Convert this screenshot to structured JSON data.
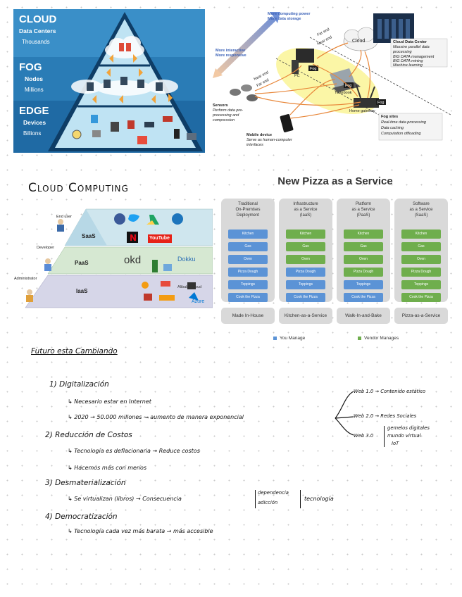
{
  "pyramid": {
    "cloud": {
      "title": "CLOUD",
      "line1": "Data Centers",
      "line2": "Thousands"
    },
    "fog": {
      "title": "FOG",
      "line1": "Nodes",
      "line2": "Millions"
    },
    "edge": {
      "title": "EDGE",
      "line1": "Devices",
      "line2": "Billions"
    },
    "colors": {
      "top": "#3a8fc8",
      "mid": "#2a7cb6",
      "bottom": "#1f6aa4",
      "triangle": "#bfe3f3",
      "arrow": "#f2a33a"
    }
  },
  "fog_diagram": {
    "scale_up": "More computing power",
    "scale_up2": "More data storage",
    "scale_down": "More interactive",
    "scale_down2": "More responsive",
    "far_end": "Far end",
    "near_end": "Near end",
    "near_end2": "Near end",
    "cloud_label": "Cloud",
    "far_end2": "Far end",
    "cloud_dc": {
      "title": "Cloud Data Center",
      "items": [
        "Massive parallel data processing",
        "BIG DATA management",
        "BIG DATA mining",
        "Machine learning"
      ]
    },
    "pc": "PC",
    "fog1": "Fog",
    "notebook": "Notebook",
    "fog2": "Fog",
    "fog3": "Fog",
    "gateway": "Home gateway",
    "sensors": {
      "title": "Sensors",
      "text": "Perform data pre-processing and compression"
    },
    "mobile": {
      "title": "Mobile device",
      "text": "Serve as human-computer interfaces"
    },
    "fog_sites": {
      "title": "Fog sites",
      "items": [
        "Real-time data processing",
        "Data caching",
        "Computation offloading"
      ]
    }
  },
  "cloud_computing": {
    "title": "Cloud Computing",
    "roles": {
      "end_user": "End user",
      "developer": "Developer",
      "administrator": "Administrator"
    },
    "levels": {
      "saas": "SaaS",
      "paas": "PaaS",
      "iaas": "IaaS"
    },
    "logos": {
      "youtube": "YouTube",
      "okd": "okd",
      "dokku": "Dokku",
      "alibaba": "Alibaba Cloud",
      "azure": "Azure"
    },
    "colors": {
      "saas": "#cfe6ee",
      "paas": "#d6e8d2",
      "iaas": "#d6d6e8"
    }
  },
  "pizza": {
    "title": "New Pizza as a Service",
    "columns": [
      {
        "header": [
          "Traditional",
          "On-Premises",
          "Deployment"
        ],
        "footer": "Made In-House",
        "vendor_count": 0
      },
      {
        "header": [
          "Infrastructure",
          "as a Service",
          "(IaaS)"
        ],
        "footer": "Kitchen-as-a-Service",
        "vendor_count": 3
      },
      {
        "header": [
          "Platform",
          "as a Service",
          "(PaaS)"
        ],
        "footer": "Walk-In-and-Bake",
        "vendor_count": 4
      },
      {
        "header": [
          "Software",
          "as a Service",
          "(SaaS)"
        ],
        "footer": "Pizza-as-a-Service",
        "vendor_count": 6
      }
    ],
    "rows": [
      "Kitchen",
      "Gas",
      "Oven",
      "Pizza Dough",
      "Toppings",
      "Cook the Pizza"
    ],
    "legend": {
      "you": "You Manage",
      "vendor": "Vendor Manages"
    },
    "colors": {
      "you": "#5b93d6",
      "vendor": "#6fae4d"
    }
  },
  "notes": {
    "title": "Futuro esta Cambiando",
    "item1": "1) Digitalización",
    "item1a": "Necesario estar en Internet",
    "item1b_left": "2020",
    "item1b": "50.000 millones",
    "item1b_right": "aumento de manera exponencial",
    "web1": "Web 1.0",
    "web1_desc": "Contenido estático",
    "web2": "Web 2.0",
    "web2_desc": "Redes Sociales",
    "web3": "Web 3.0",
    "web3_desc1": "gemelos digitales",
    "web3_desc2": "mundo virtual",
    "web3_desc3": "IoT",
    "item2": "2) Reducción de Costos",
    "item2a_left": "Tecnología es deflacionaria",
    "item2a_right": "Reduce costos",
    "item2b": "Hacemos más con menos",
    "item3": "3) Desmaterialización",
    "item3a_left": "Se virtualizan (libros)",
    "item3a_mid": "Consecuencia",
    "item3a_d1": "dependencia",
    "item3a_d2": "adicción",
    "item3a_right": "tecnología",
    "item4": "4) Democratización",
    "item4a_left": "Tecnología cada vez más barata",
    "item4a_right": "más accesible"
  }
}
